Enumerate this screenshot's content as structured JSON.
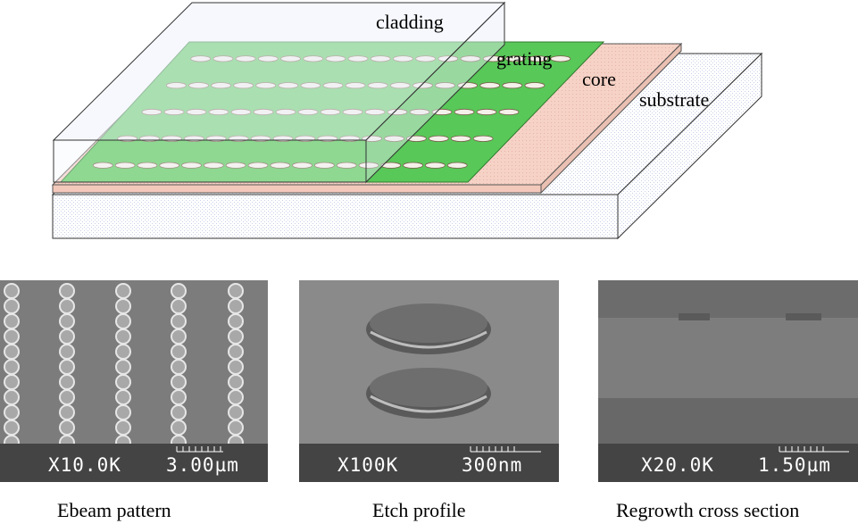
{
  "diagram": {
    "labels": {
      "cladding": "cladding",
      "grating": "grating",
      "core": "core",
      "substrate": "substrate"
    },
    "colors": {
      "grating": "#5fd15f",
      "core": "#f6d2c6",
      "substrate": "#ffffff",
      "cladding": "#f2f6fb"
    }
  },
  "panels": [
    {
      "magnification": "X10.0K",
      "scale": "3.00µm",
      "caption": "Ebeam pattern"
    },
    {
      "magnification": "X100K",
      "scale": "300nm",
      "caption": "Etch profile"
    },
    {
      "magnification": "X20.0K",
      "scale": "1.50µm",
      "caption": "Regrowth cross section"
    }
  ]
}
